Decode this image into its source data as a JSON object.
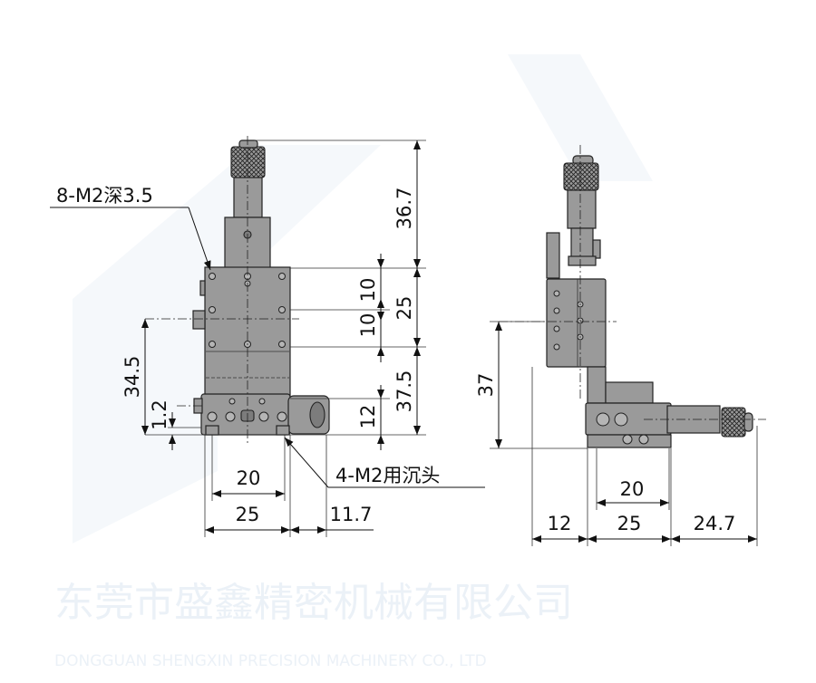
{
  "watermark": {
    "company_cn": "东莞市盛鑫精密机械有限公司",
    "company_en": "DONGGUAN SHENGXIN PRECISION MACHINERY CO., LTD"
  },
  "colors": {
    "part_fill": "#9a9a9a",
    "line": "#111111",
    "watermark": "#dce6f2"
  },
  "front_view": {
    "callouts": {
      "top_holes": "8-M2深3.5",
      "bottom_holes": "4-M2用沉头"
    },
    "dimensions": {
      "micrometer_height": "36.7",
      "hole_pitch_upper": "10",
      "hole_pitch_lower": "10",
      "stage_height": "25",
      "lower_height": "37.5",
      "base_height": "12",
      "center_height": "34.5",
      "base_offset": "1.2",
      "hole_span": "20",
      "width": "25",
      "knob_overhang": "11.7"
    }
  },
  "side_view": {
    "dimensions": {
      "center_height": "37",
      "hole_span": "20",
      "left_offset": "12",
      "width": "25",
      "micrometer_length": "24.7"
    }
  }
}
